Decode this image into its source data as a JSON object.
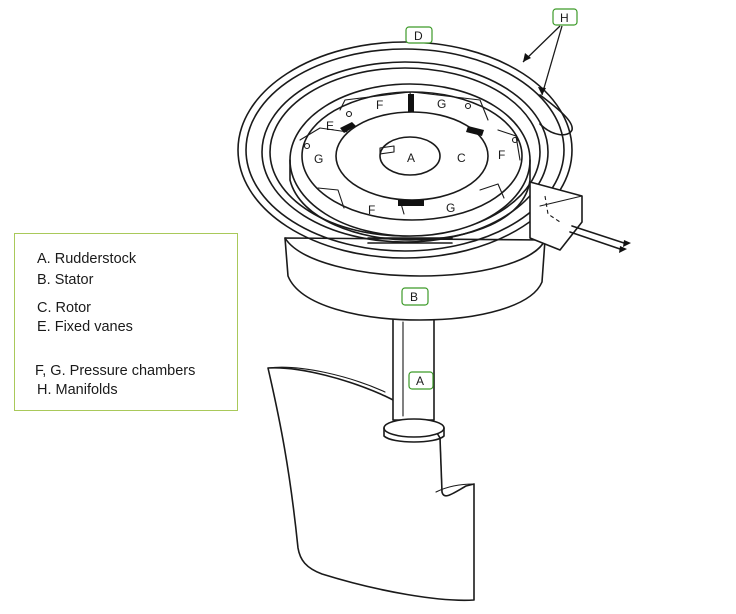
{
  "callouts": {
    "D": "D",
    "H": "H",
    "B": "B",
    "A": "A"
  },
  "part_letters": {
    "A": "A",
    "C": "C",
    "E": "E",
    "F_top": "F",
    "F_right": "F",
    "F_bottom": "F",
    "G_top": "G",
    "G_left": "G",
    "G_bottom": "G"
  },
  "legend": [
    "A.  Rudderstock",
    "B.  Stator",
    "C.  Rotor",
    "E.  Fixed vanes",
    "F, G.  Pressure chambers",
    "H.  Manifolds"
  ]
}
